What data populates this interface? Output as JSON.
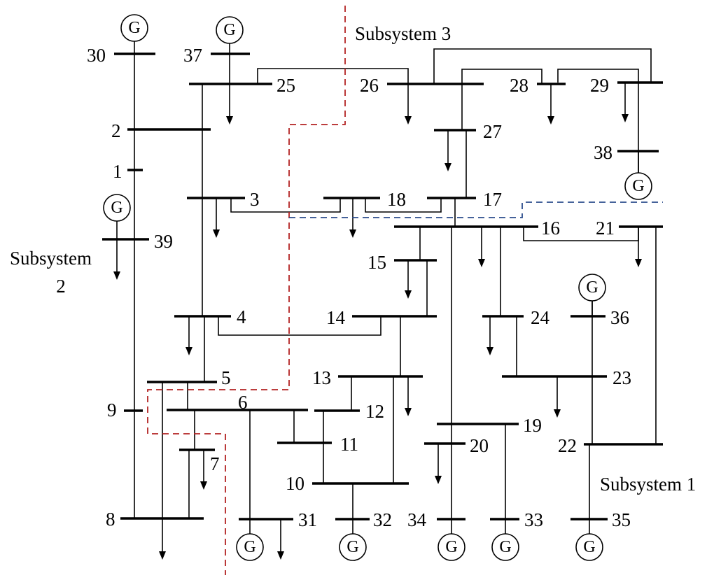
{
  "generator_symbol": "G",
  "buses": [
    {
      "id": "30",
      "label": "30"
    },
    {
      "id": "37",
      "label": "37"
    },
    {
      "id": "25",
      "label": "25"
    },
    {
      "id": "26",
      "label": "26"
    },
    {
      "id": "28",
      "label": "28"
    },
    {
      "id": "29",
      "label": "29"
    },
    {
      "id": "2",
      "label": "2"
    },
    {
      "id": "27",
      "label": "27"
    },
    {
      "id": "38",
      "label": "38"
    },
    {
      "id": "1",
      "label": "1"
    },
    {
      "id": "3",
      "label": "3"
    },
    {
      "id": "18",
      "label": "18"
    },
    {
      "id": "17",
      "label": "17"
    },
    {
      "id": "39",
      "label": "39"
    },
    {
      "id": "16",
      "label": "16"
    },
    {
      "id": "21",
      "label": "21"
    },
    {
      "id": "15",
      "label": "15"
    },
    {
      "id": "4",
      "label": "4"
    },
    {
      "id": "14",
      "label": "14"
    },
    {
      "id": "24",
      "label": "24"
    },
    {
      "id": "36",
      "label": "36"
    },
    {
      "id": "5",
      "label": "5"
    },
    {
      "id": "13",
      "label": "13"
    },
    {
      "id": "23",
      "label": "23"
    },
    {
      "id": "9",
      "label": "9"
    },
    {
      "id": "6",
      "label": "6"
    },
    {
      "id": "12",
      "label": "12"
    },
    {
      "id": "19",
      "label": "19"
    },
    {
      "id": "11",
      "label": "11"
    },
    {
      "id": "20",
      "label": "20"
    },
    {
      "id": "22",
      "label": "22"
    },
    {
      "id": "7",
      "label": "7"
    },
    {
      "id": "10",
      "label": "10"
    },
    {
      "id": "8",
      "label": "8"
    },
    {
      "id": "31",
      "label": "31"
    },
    {
      "id": "32",
      "label": "32"
    },
    {
      "id": "34",
      "label": "34"
    },
    {
      "id": "33",
      "label": "33"
    },
    {
      "id": "35",
      "label": "35"
    }
  ],
  "subsystems": {
    "s1": "Subsystem 1",
    "s2_line1": "Subsystem",
    "s2_line2": "2",
    "s3": "Subsystem 3"
  }
}
